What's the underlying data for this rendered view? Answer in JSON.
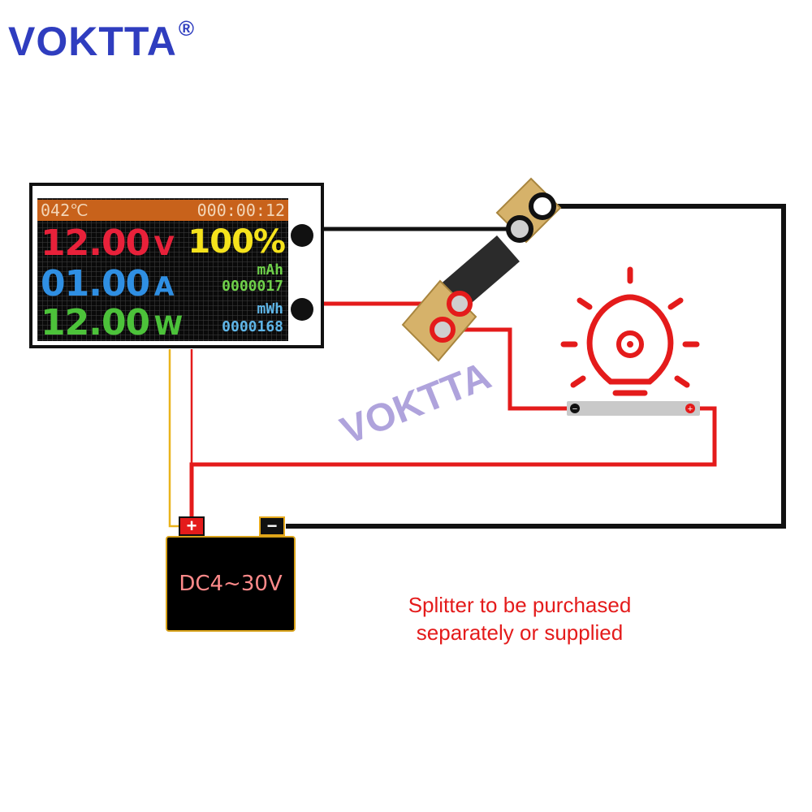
{
  "brand": {
    "name": "VOKTTA",
    "mark": "®",
    "color": "#2f3dbf",
    "watermark": "VOKTTA"
  },
  "meter": {
    "temperature": "042℃",
    "timer": "000:00:12",
    "voltage": {
      "value": "12.00",
      "unit": "V",
      "color": "#e8213a"
    },
    "current": {
      "value": "01.00",
      "unit": "A",
      "color": "#2f8fe3"
    },
    "power": {
      "value": "12.00",
      "unit": "W",
      "color": "#4cc23a"
    },
    "capacity_percent": {
      "value": "100%",
      "color": "#f5e21c"
    },
    "capacity": {
      "unit": "mAh",
      "value": "0000017",
      "color": "#6fd14a"
    },
    "energy": {
      "unit": "mWh",
      "value": "0000168",
      "color": "#5fb6e8"
    }
  },
  "battery": {
    "label": "DC4~30V",
    "plus": "+",
    "minus": "−"
  },
  "load": {
    "minus": "−",
    "plus": "+"
  },
  "note": {
    "line1": "Splitter to be purchased",
    "line2": "separately or supplied"
  },
  "colors": {
    "wire_black": "#111111",
    "wire_red": "#e41b1b",
    "wire_yellow": "#e9b31c",
    "accent": "#e41b1b"
  }
}
